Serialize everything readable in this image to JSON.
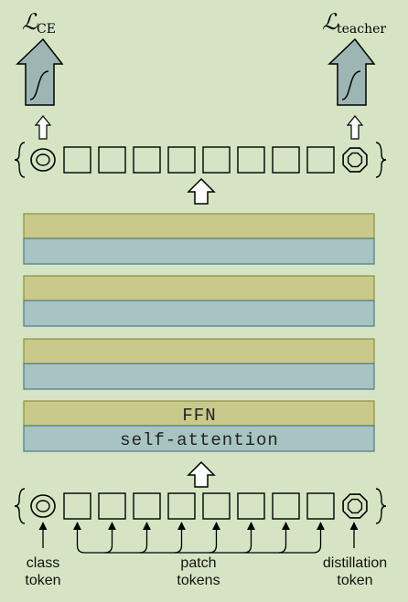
{
  "colors": {
    "background": "#d5e5c4",
    "ffn_fill": "#c8c98a",
    "ffn_stroke": "#8f8f3c",
    "attn_fill": "#a7c4c2",
    "attn_stroke": "#4f7a86",
    "head_fill": "#9db6b4",
    "outline": "#000000"
  },
  "heads": {
    "ce": {
      "symbol": "ℒ",
      "subscript": "CE",
      "icon": "sigmoid-curve-icon"
    },
    "teacher": {
      "symbol": "ℒ",
      "subscript": "teacher",
      "icon": "sigmoid-curve-icon"
    }
  },
  "blocks": {
    "count": 4,
    "ffn_label": "FFN",
    "attention_label": "self-attention"
  },
  "tokens": {
    "patch_count": 8,
    "class_icon": "double-circle-icon",
    "distillation_icon": "octagon-icon"
  },
  "labels": {
    "class_line1": "class",
    "class_line2": "token",
    "patch_line1": "patch",
    "patch_line2": "tokens",
    "distill_line1": "distillation",
    "distill_line2": "token"
  }
}
